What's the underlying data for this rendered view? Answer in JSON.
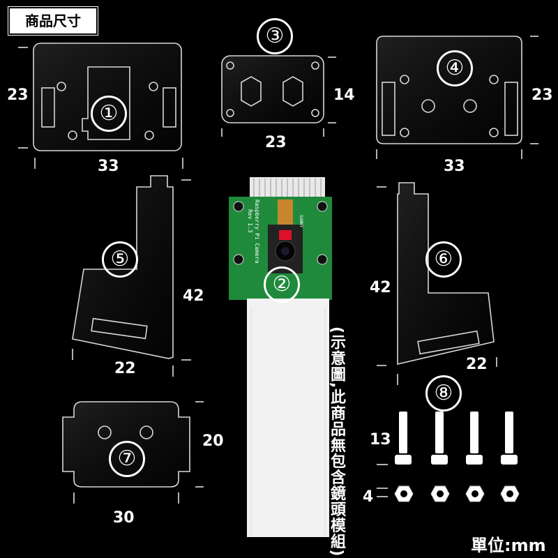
{
  "title": "商品尺寸",
  "unit": "單位:mm",
  "note": "(示意圖,此商品無包含鏡頭模組)",
  "parts": {
    "p1": {
      "number": "①",
      "height": "23",
      "width": "33"
    },
    "p2": {
      "number": "②"
    },
    "p3": {
      "number": "③",
      "height": "14",
      "width": "23"
    },
    "p4": {
      "number": "④",
      "height": "23",
      "width": "33"
    },
    "p5": {
      "number": "⑤",
      "height": "42",
      "width": "22"
    },
    "p6": {
      "number": "⑥",
      "height": "42",
      "width": "22"
    },
    "p7": {
      "number": "⑦",
      "height": "20",
      "width": "30"
    },
    "p8": {
      "number": "⑧",
      "screw_length": "13",
      "nut_height": "4"
    }
  },
  "board": {
    "silkscreen": "Raspberry Pi Camera",
    "revision": "Rev 1.3",
    "module_label": "SUNNY"
  },
  "colors": {
    "background": "#000000",
    "acrylic_edge": "#d8d8d8",
    "pcb": "#1f8a3b",
    "cable": "#f2f2f2",
    "flex": "#c7862d"
  }
}
